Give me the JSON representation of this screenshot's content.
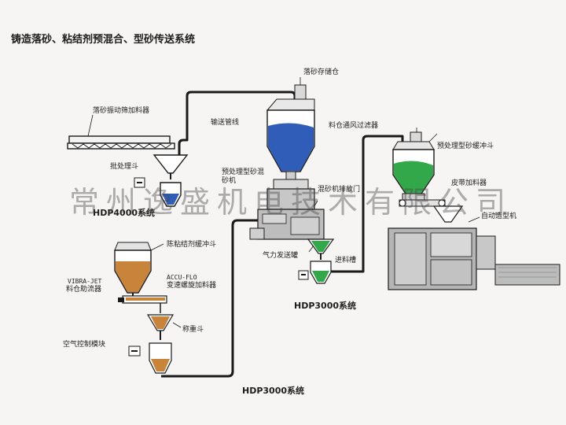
{
  "title": "铸造落砂、粘结剂预混合、型砂传送系统",
  "labels": {
    "shakeout_vibrating_feeder": "落砂振动筛加料器",
    "conveying_pipeline": "输送管线",
    "batch_hopper": "批处理斗",
    "shakeout_storage_bin": "落砂存储仓",
    "bin_vent_filter": "料仓通风过滤器",
    "pretreated_sand_buffer_hopper": "预处理型砂缓冲斗",
    "pretreated_sand_mixer": "预处理型砂混砂机",
    "belt_feeder": "皮带加料器",
    "mixer_discharge_door": "混砂机排放门",
    "auto_molding_machine": "自动造型机",
    "clay_binder_buffer_hopper": "陈粘结剂缓冲斗",
    "pneumatic_tank": "气力发送罐",
    "feed_chute": "进料槽",
    "vibra_jet": "VIBRA-JET",
    "bin_flow_aid": "料仓助流器",
    "accu_flo": "ACCU-FLO",
    "variable_speed_screw_feeder": "变速螺旋加料器",
    "weigh_hopper": "称重斗",
    "air_control_module": "空气控制模块"
  },
  "systems": {
    "hdp4000": "HDP4000系统",
    "hdp3000_right": "HDP3000系统",
    "hdp3000_bottom": "HDP3000系统"
  },
  "watermark": "常州逸盛机电技术有限公司",
  "colors": {
    "pipe": "#1a1a1a",
    "sand_blue": "#2f5db8",
    "sand_green": "#33a84a",
    "binder_orange": "#c9843b",
    "machine_gray": "#b9b9b9"
  }
}
